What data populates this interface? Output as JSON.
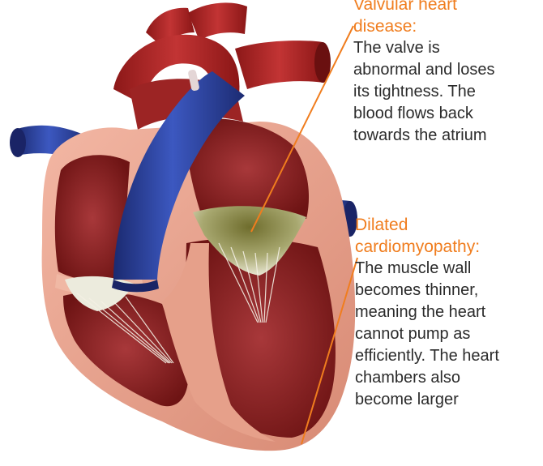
{
  "annotations": {
    "valvular": {
      "title_lines": [
        "Valvular heart",
        "disease:"
      ],
      "body_lines": [
        "The valve is",
        "abnormal and loses",
        "its tightness. The",
        "blood flows back",
        "towards the atrium"
      ]
    },
    "cardiomyopathy": {
      "title_lines": [
        "Dilated",
        "cardiomyopathy:"
      ],
      "body_lines": [
        "The muscle wall",
        "becomes thinner,",
        "meaning the heart",
        "cannot pump as",
        "efficiently. The heart",
        "chambers also",
        "become larger"
      ]
    }
  },
  "colors": {
    "accent_orange": "#f07d1e",
    "text_dark": "#2b2b2b",
    "artery_red": "#b22a2a",
    "vein_blue": "#2a3f9a",
    "muscle_dark": "#8a1e1e",
    "wall_pink": "#eaa28e",
    "valve_green": "#8e8e52"
  },
  "icons": {
    "heart": "heart-anatomy-illustration"
  }
}
